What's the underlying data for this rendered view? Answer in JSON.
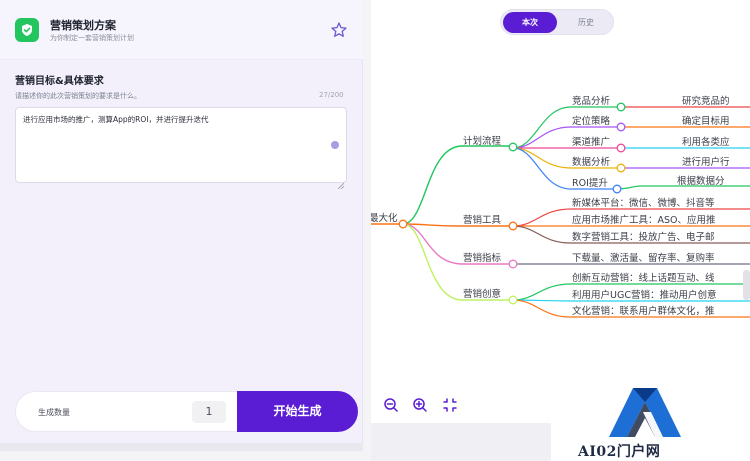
{
  "header": {
    "app_icon": "shield-check-icon",
    "title": "营销策划方案",
    "subtitle": "为你制定一套营销策划计划",
    "favorite_icon": "star-icon"
  },
  "form": {
    "section_title": "营销目标&具体要求",
    "hint": "请描述你的此次营销策划的要求是什么。",
    "counter": "27/200",
    "input_value": "进行应用市场的推广，测算App的ROI，并进行提升迭代"
  },
  "generate": {
    "quantity_label": "生成数量",
    "quantity_value": "1",
    "button_label": "开始生成"
  },
  "tabs": {
    "current": "本次",
    "history": "历史"
  },
  "mindmap": {
    "root": "最大化",
    "branches": [
      {
        "label": "计划流程",
        "children": [
          {
            "label": "竞品分析",
            "detail": "研究竞品的"
          },
          {
            "label": "定位策略",
            "detail": "确定目标用"
          },
          {
            "label": "渠道推广",
            "detail": "利用各类应"
          },
          {
            "label": "数据分析",
            "detail": "进行用户行"
          },
          {
            "label": "ROI提升",
            "detail": "根据数据分"
          }
        ]
      },
      {
        "label": "营销工具",
        "children": [
          {
            "label": "新媒体平台：微信、微博、抖音等"
          },
          {
            "label": "应用市场推广工具：ASO、应用推"
          },
          {
            "label": "数字营销工具：投放广告、电子邮"
          }
        ]
      },
      {
        "label": "营销指标",
        "children": [
          {
            "label": "下载量、激活量、留存率、复购率"
          }
        ]
      },
      {
        "label": "营销创意",
        "children": [
          {
            "label": "创新互动营销：线上话题互动、线"
          },
          {
            "label": "利用用户UGC营销：推动用户创意"
          },
          {
            "label": "文化营销：联系用户群体文化，推"
          }
        ]
      }
    ]
  },
  "toolbar": {
    "zoom_out_icon": "zoom-out-icon",
    "zoom_in_icon": "zoom-in-icon",
    "fit_icon": "fit-screen-icon"
  },
  "watermark": {
    "text": "AI02门户网"
  },
  "colors": {
    "accent": "#5a1dd3",
    "app_icon": "#22c55e"
  }
}
